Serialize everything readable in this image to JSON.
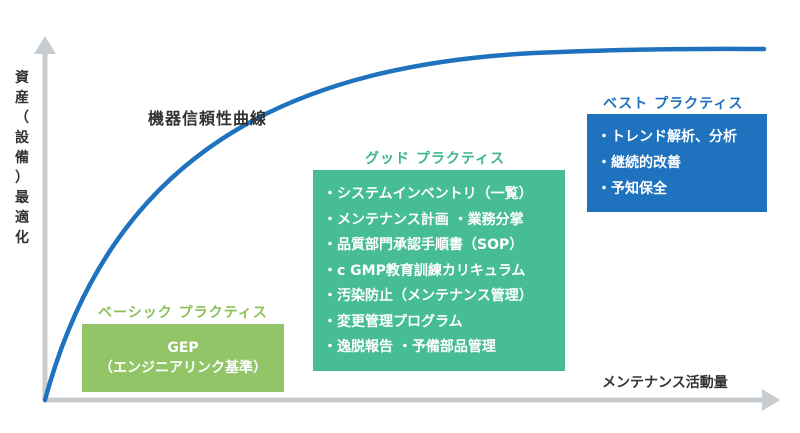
{
  "axes": {
    "y_label": "資産（設備）最適化",
    "x_label": "メンテナンス活動量"
  },
  "curve_label": "機器信頼性曲線",
  "colors": {
    "axis": "#c7ccd1",
    "curve": "#1f72be",
    "basic": "#92c468",
    "good": "#46bd93",
    "best": "#1f72be"
  },
  "stages": {
    "basic": {
      "title": "ベーシック プラクティス",
      "line1": "GEP",
      "line2": "（エンジニアリンク基準）"
    },
    "good": {
      "title": "グッド プラクティス",
      "items": [
        "・システムインベントリ（一覧）",
        "・メンテナンス計画 ・業務分掌",
        "・品質部門承認手順書（SOP）",
        "・c GMP教育訓練カリキュラム",
        "・汚染防止（メンテナンス管理）",
        "・変更管理プログラム",
        "・逸脱報告 ・予備部品管理"
      ]
    },
    "best": {
      "title": "ベスト プラクティス",
      "items": [
        "・トレンド解析、分析",
        "・継続的改善",
        "・予知保全"
      ]
    }
  }
}
